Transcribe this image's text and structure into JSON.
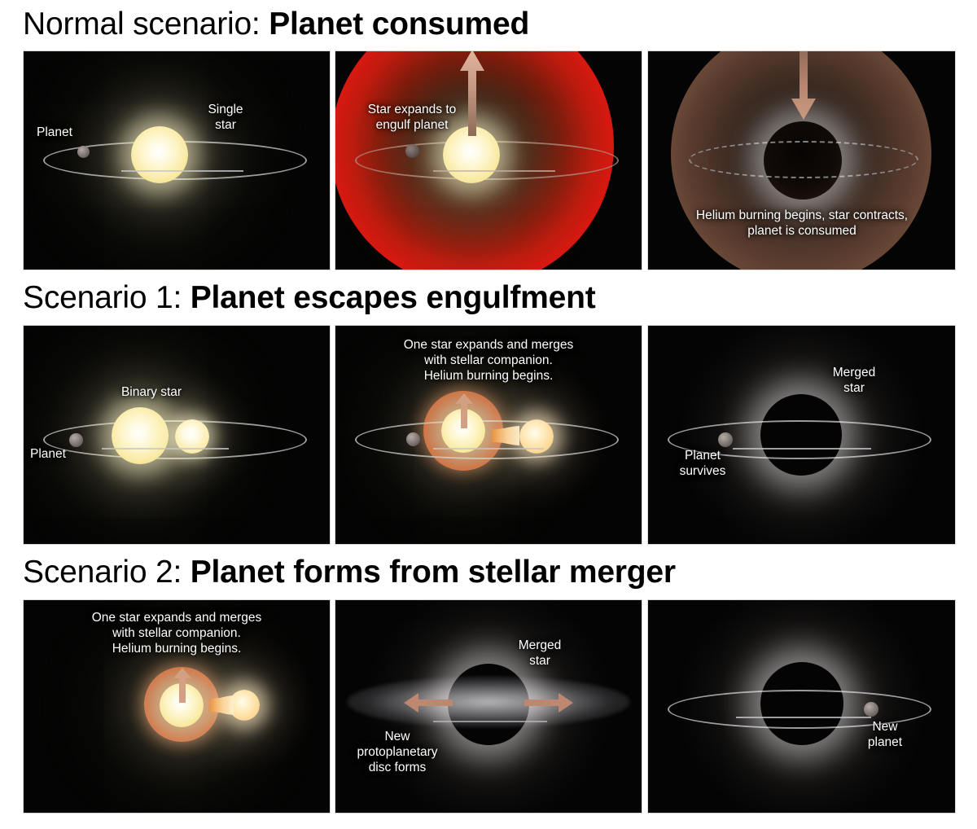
{
  "figure": {
    "title_color": "#000000",
    "panel_background": "#040404",
    "caption_color": "#ffffff",
    "accent_orange": "#f79a4b",
    "accent_red": "#e11612",
    "accent_yellow": "#fdf3c2",
    "arrow_color": "#c18f78"
  },
  "sections": [
    {
      "id": "normal",
      "lead": "Normal scenario:",
      "strong": "Planet consumed",
      "panels": [
        {
          "id": "normal-1",
          "labels": [
            {
              "name": "planet-label",
              "text": "Planet"
            },
            {
              "name": "single-star-label",
              "text": "Single\nstar"
            }
          ]
        },
        {
          "id": "normal-2",
          "labels": [
            {
              "name": "expansion-caption",
              "text": "Star expands to\nengulf planet"
            }
          ],
          "arrow": "up"
        },
        {
          "id": "normal-3",
          "labels": [
            {
              "name": "consumption-caption",
              "text": "Helium burning begins, star contracts,\nplanet is consumed"
            }
          ],
          "arrow": "down"
        }
      ]
    },
    {
      "id": "scenario-1",
      "lead": "Scenario 1:",
      "strong": "Planet escapes engulfment",
      "panels": [
        {
          "id": "s1-1",
          "labels": [
            {
              "name": "binary-star-label",
              "text": "Binary star"
            },
            {
              "name": "planet-label",
              "text": "Planet"
            }
          ]
        },
        {
          "id": "s1-2",
          "labels": [
            {
              "name": "merge-caption",
              "text": "One star expands and merges\nwith stellar companion.\nHelium burning begins."
            }
          ],
          "arrow": "up"
        },
        {
          "id": "s1-3",
          "labels": [
            {
              "name": "merged-star-label",
              "text": "Merged\nstar"
            },
            {
              "name": "planet-survives-label",
              "text": "Planet\nsurvives"
            }
          ]
        }
      ]
    },
    {
      "id": "scenario-2",
      "lead": "Scenario 2:",
      "strong": "Planet forms from stellar merger",
      "panels": [
        {
          "id": "s2-1",
          "labels": [
            {
              "name": "merge-caption",
              "text": "One star expands and merges\nwith stellar companion.\nHelium burning begins."
            }
          ],
          "arrow": "up"
        },
        {
          "id": "s2-2",
          "labels": [
            {
              "name": "merged-star-label",
              "text": "Merged\nstar"
            },
            {
              "name": "protoplanetary-disc-label",
              "text": "New\nprotoplanetary\ndisc forms"
            }
          ],
          "arrow": "outward"
        },
        {
          "id": "s2-3",
          "labels": [
            {
              "name": "new-planet-label",
              "text": "New\nplanet"
            }
          ]
        }
      ]
    }
  ]
}
